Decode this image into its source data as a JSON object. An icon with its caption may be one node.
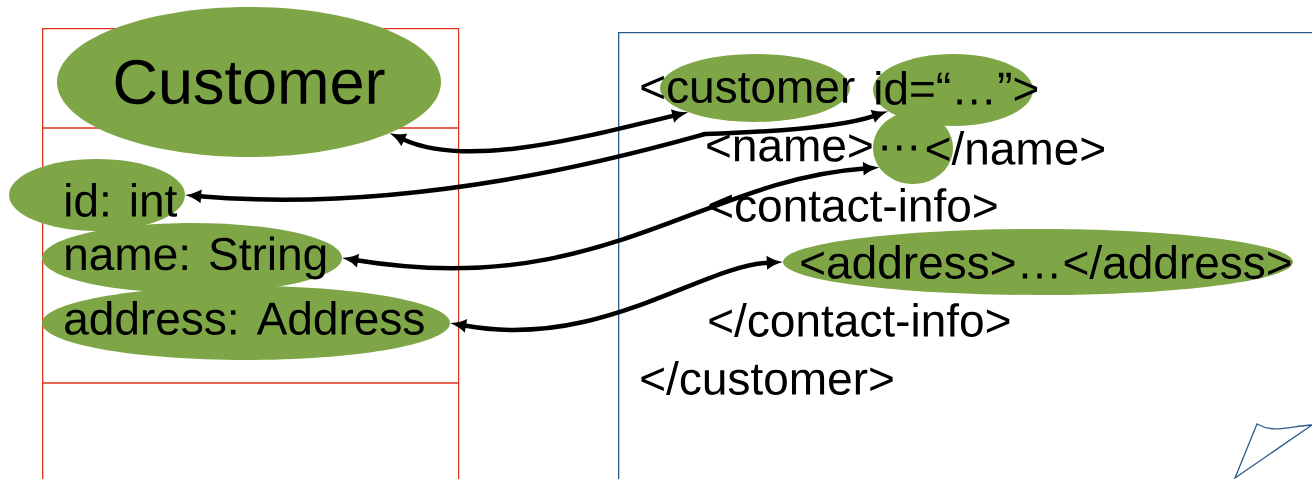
{
  "diagram": {
    "nodes": [
      {
        "text": [],
        "shape": "box"
      },
      {
        "text": [
          "Customer"
        ],
        "in": 0
      },
      {
        "text": [
          "id: int"
        ]
      },
      {
        "text": [
          "name: String"
        ],
        "in": 0
      },
      {
        "text": [
          "address: Address"
        ],
        "in": 0
      },
      {
        "text": [],
        "shape": "box"
      },
      {
        "text": [
          "<customer"
        ],
        "in": 5
      },
      {
        "text": [
          "id=“…”>"
        ],
        "in": 5
      },
      {
        "text": [
          "…"
        ],
        "in": 5
      },
      {
        "text": [
          "<address>…</address>"
        ],
        "in": 5
      }
    ],
    "edges": [
      {
        "from": 1,
        "to": 6,
        "arrow": "both"
      },
      {
        "from": 2,
        "to": 7,
        "arrow": "both"
      },
      {
        "from": 3,
        "to": 8,
        "arrow": "both"
      },
      {
        "from": 4,
        "to": 9,
        "arrow": "both"
      }
    ],
    "labels": [
      "<name>",
      "</name>",
      "<contact-info>",
      "</contact-info>",
      "</customer>"
    ]
  }
}
